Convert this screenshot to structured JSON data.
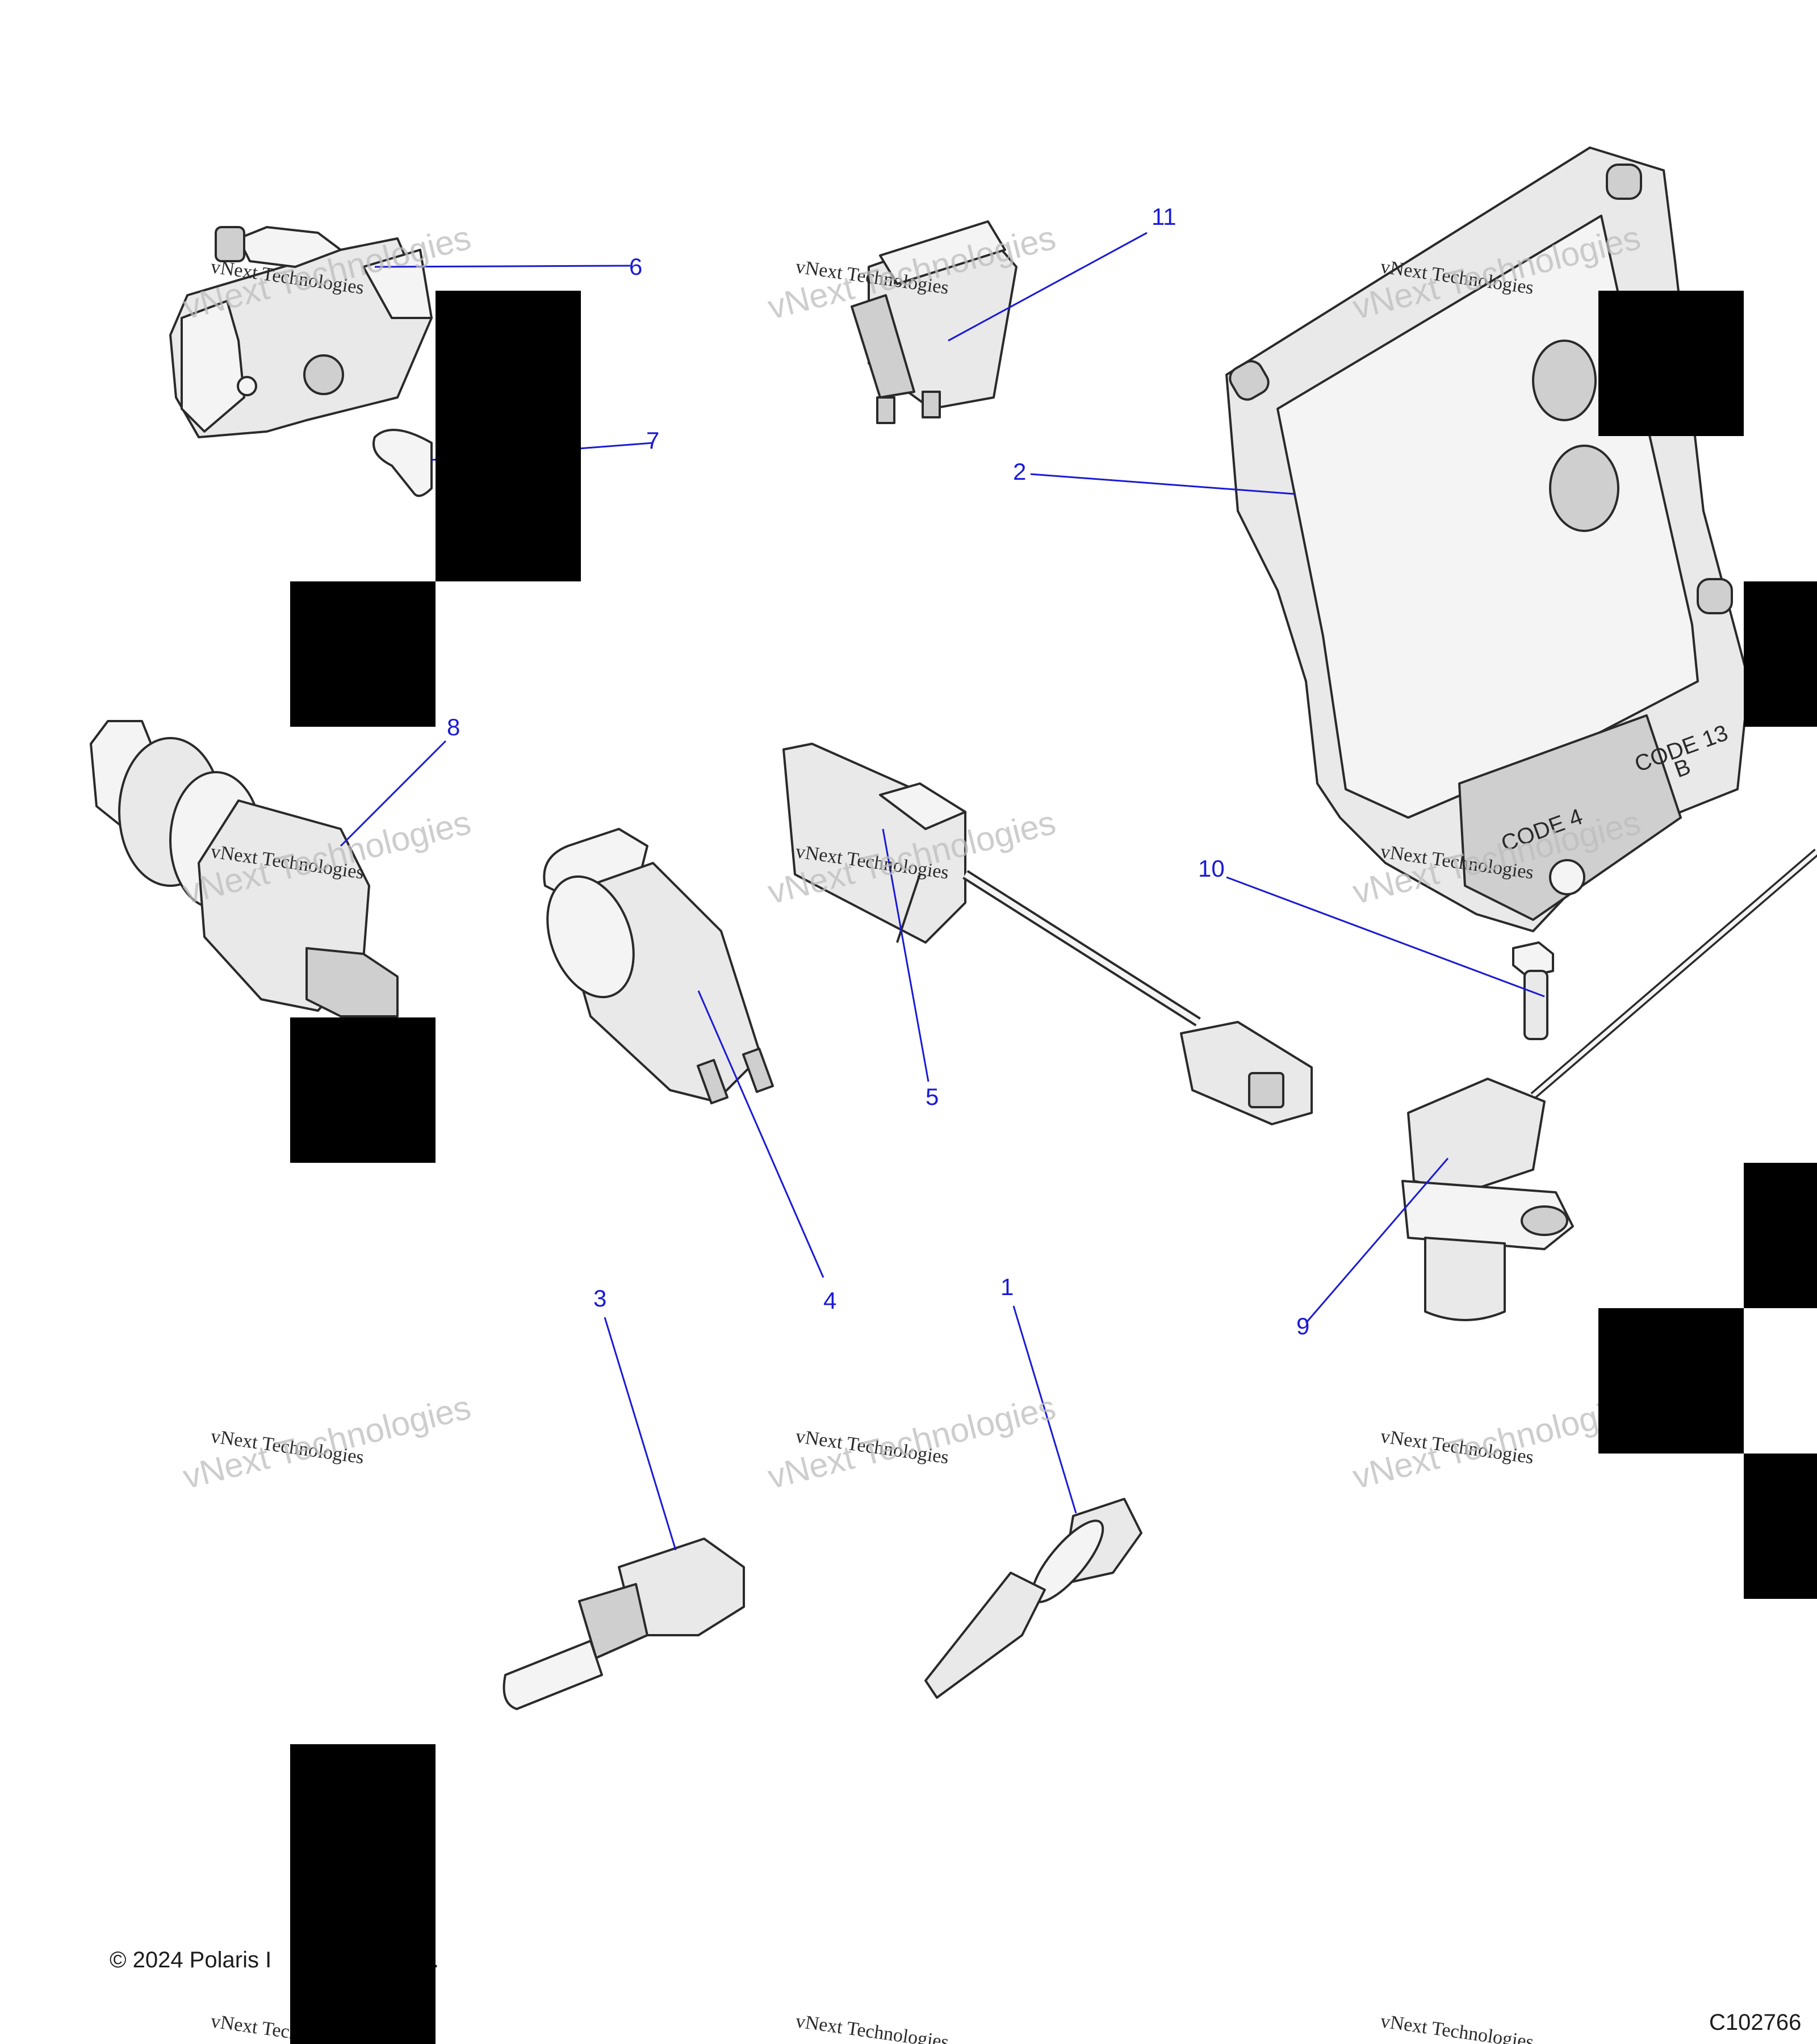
{
  "callouts": [
    {
      "id": "1",
      "label": "1"
    },
    {
      "id": "2",
      "label": "2"
    },
    {
      "id": "3",
      "label": "3"
    },
    {
      "id": "4",
      "label": "4"
    },
    {
      "id": "5",
      "label": "5"
    },
    {
      "id": "6",
      "label": "6"
    },
    {
      "id": "7",
      "label": "7"
    },
    {
      "id": "8",
      "label": "8"
    },
    {
      "id": "9",
      "label": "9"
    },
    {
      "id": "10",
      "label": "10"
    },
    {
      "id": "11",
      "label": "11"
    }
  ],
  "ecu_markings": {
    "code_13": "CODE 13",
    "code_13_sub": "B",
    "code_4": "CODE 4"
  },
  "watermark": {
    "line1": "vNext Technologies",
    "line2": "vNext Technologies"
  },
  "footer": {
    "copyright": "© 2024 Polaris I",
    "copyright_end": ".",
    "figure_id": "C102766"
  },
  "colors": {
    "callout": "#1a1ad6",
    "redaction": "#000000"
  }
}
